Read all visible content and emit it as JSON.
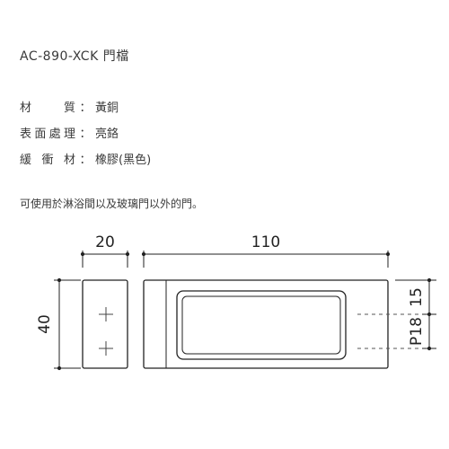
{
  "title": "AC-890-XCK  門檔",
  "specs": [
    {
      "label_chars": [
        "材",
        "質"
      ],
      "value": "黃銅"
    },
    {
      "label_chars": [
        "表",
        "面",
        "處",
        "理"
      ],
      "value": "亮鉻"
    },
    {
      "label_chars": [
        "緩",
        "衝",
        "材"
      ],
      "value": "橡膠(黑色)"
    }
  ],
  "separator": "：",
  "note": "可使用於淋浴間以及玻璃門以外的門。",
  "drawing": {
    "dim_width_side": "20",
    "dim_width_front": "110",
    "dim_height": "40",
    "dim_p18": "P18",
    "dim_15": "15"
  }
}
